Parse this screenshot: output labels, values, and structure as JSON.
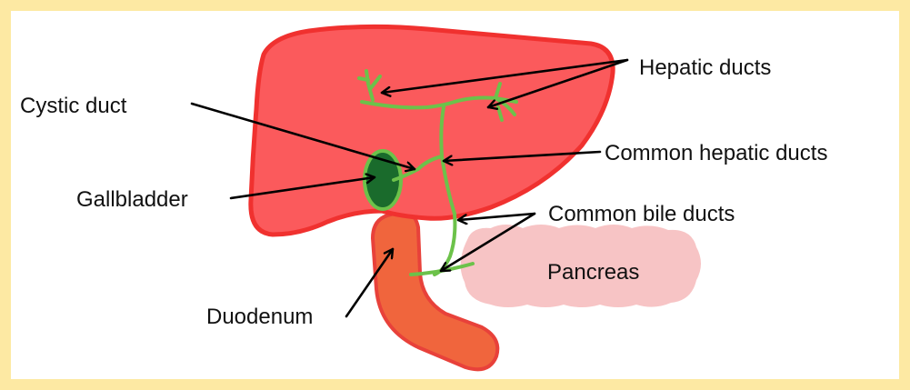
{
  "labels": {
    "hepatic_ducts": "Hepatic ducts",
    "cystic_duct": "Cystic duct",
    "common_hepatic_ducts": "Common hepatic ducts",
    "gallbladder": "Gallbladder",
    "common_bile_ducts": "Common bile ducts",
    "pancreas": "Pancreas",
    "duodenum": "Duodenum"
  },
  "colors": {
    "background_border": "#fde9a3",
    "liver_fill": "#fb5a5c",
    "liver_outline": "#f0312f",
    "ducts": "#6cc24a",
    "gallbladder": "#1a6b2c",
    "duodenum": "#f0653d",
    "pancreas": "#f7c4c5"
  }
}
